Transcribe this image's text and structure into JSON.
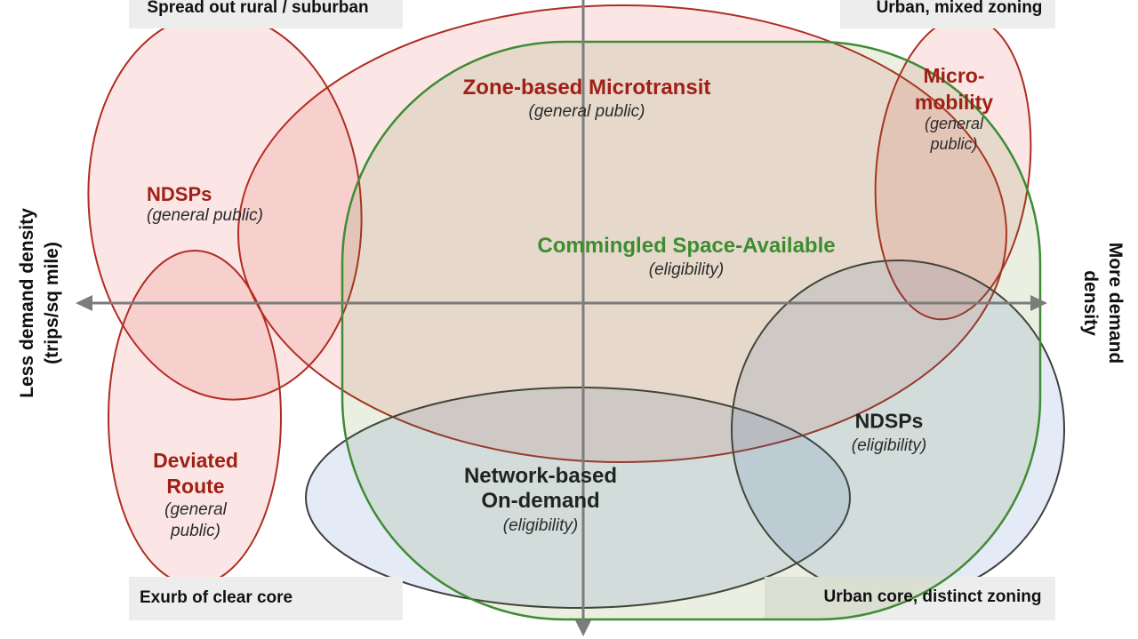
{
  "diagram": {
    "axes": {
      "left_label_line1": "Less demand density",
      "left_label_line2": "(trips/sq mile)",
      "right_label_line1": "More demand",
      "right_label_line2": "density",
      "axis_color": "#7c7c7c"
    },
    "quadrant_boxes": {
      "top_left": "Spread out rural / suburban",
      "top_right": "Urban, mixed zoning",
      "bottom_left": "Exurb of clear core",
      "bottom_right": "Urban core, distinct zoning"
    },
    "sets": {
      "zone_based": {
        "title": "Zone-based Microtransit",
        "subtitle": "(general public)",
        "stroke_color": "#b02c22",
        "title_color": "#a11f14"
      },
      "ndsp_general": {
        "title": "NDSPs",
        "subtitle": "(general public)",
        "stroke_color": "#b02c22",
        "title_color": "#a11f14"
      },
      "deviated_route": {
        "title_line1": "Deviated",
        "title_line2": "Route",
        "subtitle_line1": "(general",
        "subtitle_line2": "public)",
        "stroke_color": "#b02c22",
        "title_color": "#a11f14"
      },
      "micro_mobility": {
        "title_line1": "Micro-",
        "title_line2": "mobility",
        "subtitle_line1": "(general",
        "subtitle_line2": "public)",
        "stroke_color": "#b02c22",
        "title_color": "#a11f14"
      },
      "commingled": {
        "title": "Commingled Space-Available",
        "subtitle": "(eligibility)",
        "stroke_color": "#3e8c33",
        "title_color": "#3e8c30"
      },
      "network_based": {
        "title_line1": "Network-based",
        "title_line2": "On-demand",
        "subtitle": "(eligibility)",
        "stroke_color": "#3f3f3f",
        "title_color": "#20241f"
      },
      "ndsp_eligibility": {
        "title": "NDSPs",
        "subtitle": "(eligibility)",
        "stroke_color": "#3f3f3f",
        "title_color": "#20241f"
      }
    },
    "colors": {
      "red_fill": "rgba(221,64,56,0.13)",
      "green_fill": "rgba(80,125,20,0.12)",
      "blue_fill": "rgba(45,95,185,0.13)",
      "quadrant_box_bg": "#ededed"
    }
  }
}
